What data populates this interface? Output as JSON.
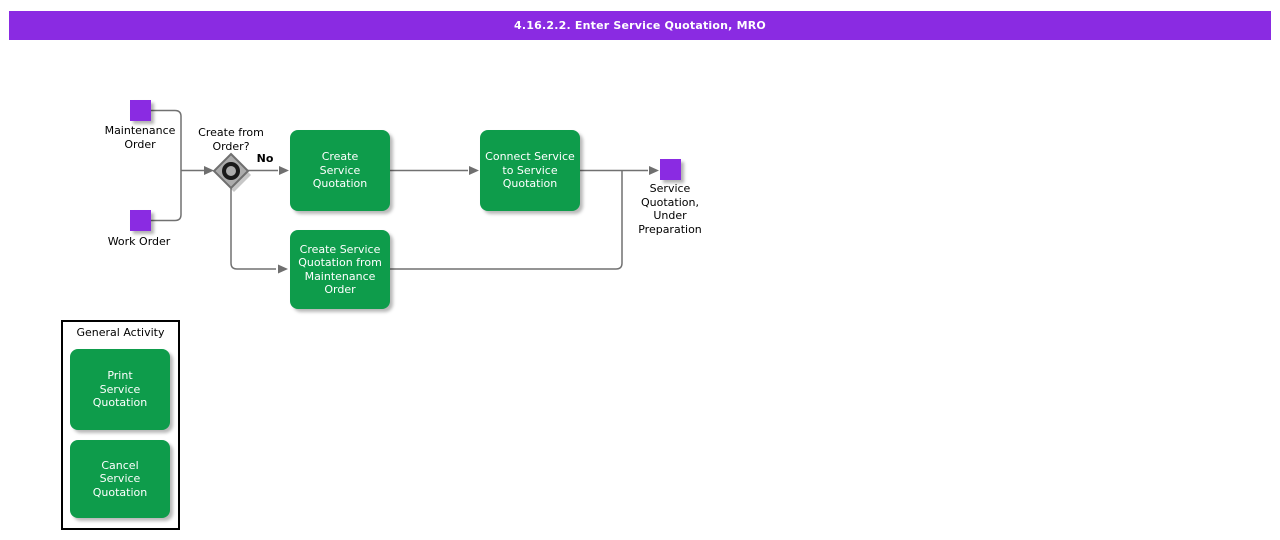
{
  "title_bar": {
    "text": "4.16.2.2. Enter Service Quotation, MRO"
  },
  "events": {
    "maintenance_order": {
      "label": "Maintenance\nOrder"
    },
    "work_order": {
      "label": "Work Order"
    },
    "service_quotation": {
      "label": "Service\nQuotation,\nUnder\nPreparation"
    }
  },
  "gateway": {
    "question": "Create from\nOrder?",
    "no_label": "No"
  },
  "activities": {
    "create_service_quotation": {
      "label": "Create\nService\nQuotation"
    },
    "connect_service": {
      "label": "Connect Service\nto Service\nQuotation"
    },
    "create_from_maintenance": {
      "label": "Create Service\nQuotation from\nMaintenance\nOrder"
    }
  },
  "group": {
    "title": "General Activity",
    "print": {
      "label": "Print\nService\nQuotation"
    },
    "cancel": {
      "label": "Cancel\nService\nQuotation"
    }
  },
  "colors": {
    "title_bar_bg": "#8A2BE2",
    "event_purple": "#8A2BE2",
    "activity_green": "#0E9C4B",
    "line_gray": "#717171",
    "gateway_fill": "#ACACAC",
    "gateway_border": "#6F6F6F",
    "text_black": "#000000",
    "text_white": "#FFFFFF"
  }
}
